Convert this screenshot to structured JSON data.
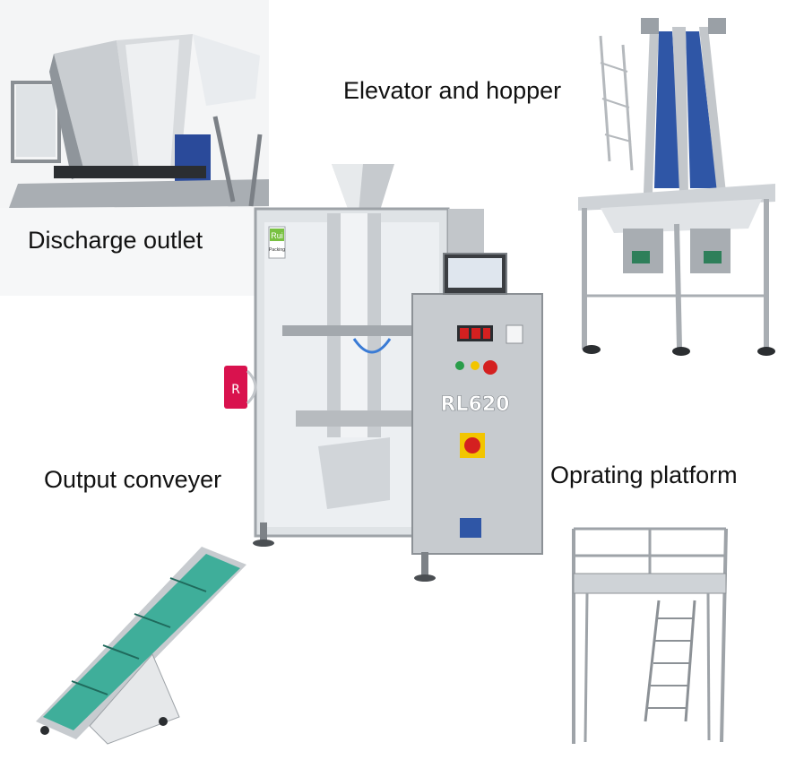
{
  "labels": {
    "discharge": "Discharge outlet",
    "elevator": "Elevator and hopper",
    "output": "Output conveyer",
    "platform": "Oprating platform"
  },
  "machine": {
    "model": "RL620",
    "logo_line1": "Rui",
    "logo_line2": "Packing"
  },
  "colors": {
    "steel_light": "#e6e8ea",
    "steel_mid": "#b9bdc1",
    "steel_dark": "#7d8287",
    "belt_blue": "#2f56a6",
    "belt_green": "#3fae9a",
    "brand_pink": "#d9124e",
    "logo_green": "#79c142",
    "estop_red": "#d42020",
    "button_yellow": "#f2c500"
  },
  "icons": {
    "brand_badge": "ruipacking-badge-icon"
  }
}
